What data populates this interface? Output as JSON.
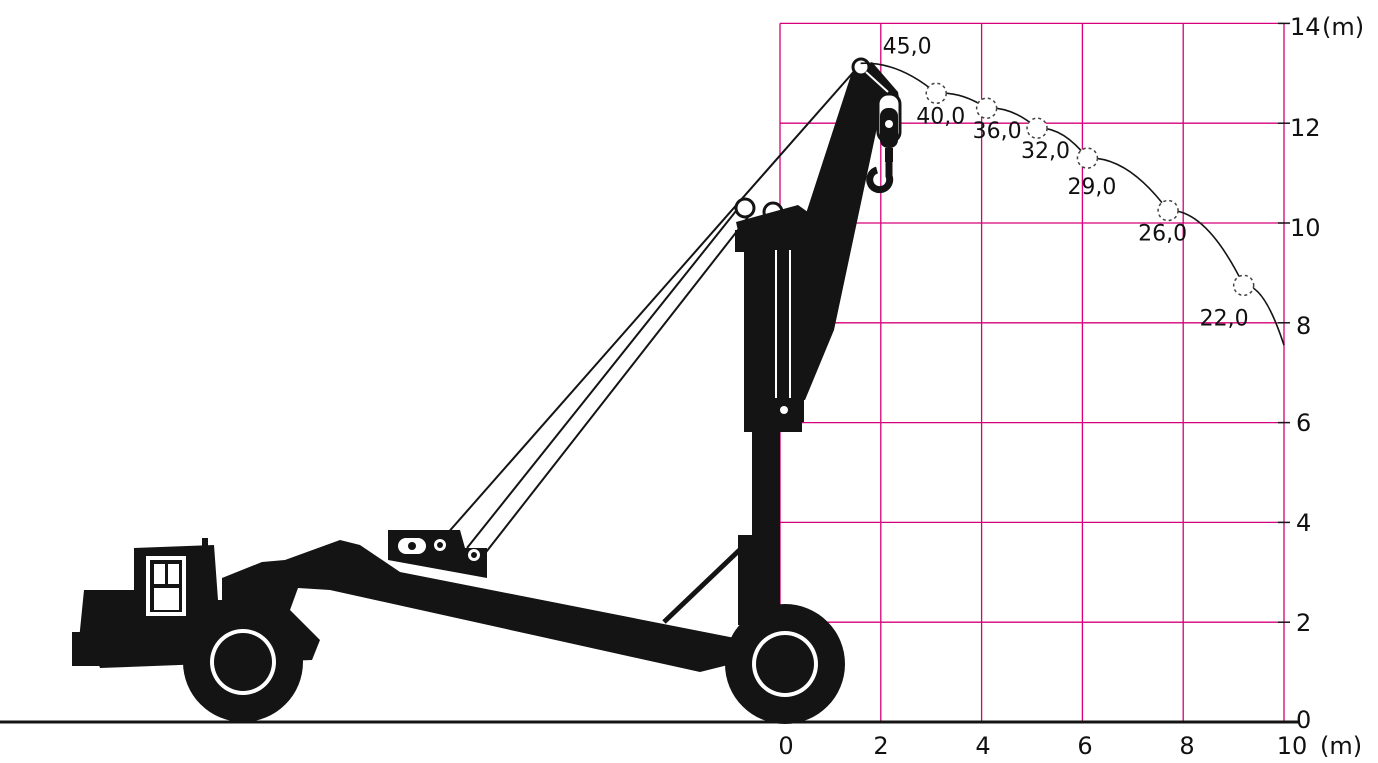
{
  "x_axis": {
    "ticks": [
      "0",
      "2",
      "4",
      "6",
      "8",
      "10"
    ],
    "unit": "(m)"
  },
  "y_axis": {
    "ticks": [
      "0",
      "2",
      "4",
      "6",
      "8",
      "10",
      "12",
      "14"
    ],
    "unit": "(m)"
  },
  "grid_color": "#d6007a",
  "ink_color": "#141414",
  "hook_path": [
    {
      "label": "45,0",
      "x": 1.6,
      "y": 13.2
    },
    {
      "label": "40,0",
      "x": 3.1,
      "y": 12.6
    },
    {
      "label": "36,0",
      "x": 4.1,
      "y": 12.3
    },
    {
      "label": "32,0",
      "x": 5.1,
      "y": 11.9
    },
    {
      "label": "29,0",
      "x": 6.1,
      "y": 11.3
    },
    {
      "label": "26,0",
      "x": 7.7,
      "y": 10.25
    },
    {
      "label": "22,0",
      "x": 9.2,
      "y": 8.75
    }
  ],
  "curve_end": {
    "x": 10.0,
    "y": 7.55
  }
}
